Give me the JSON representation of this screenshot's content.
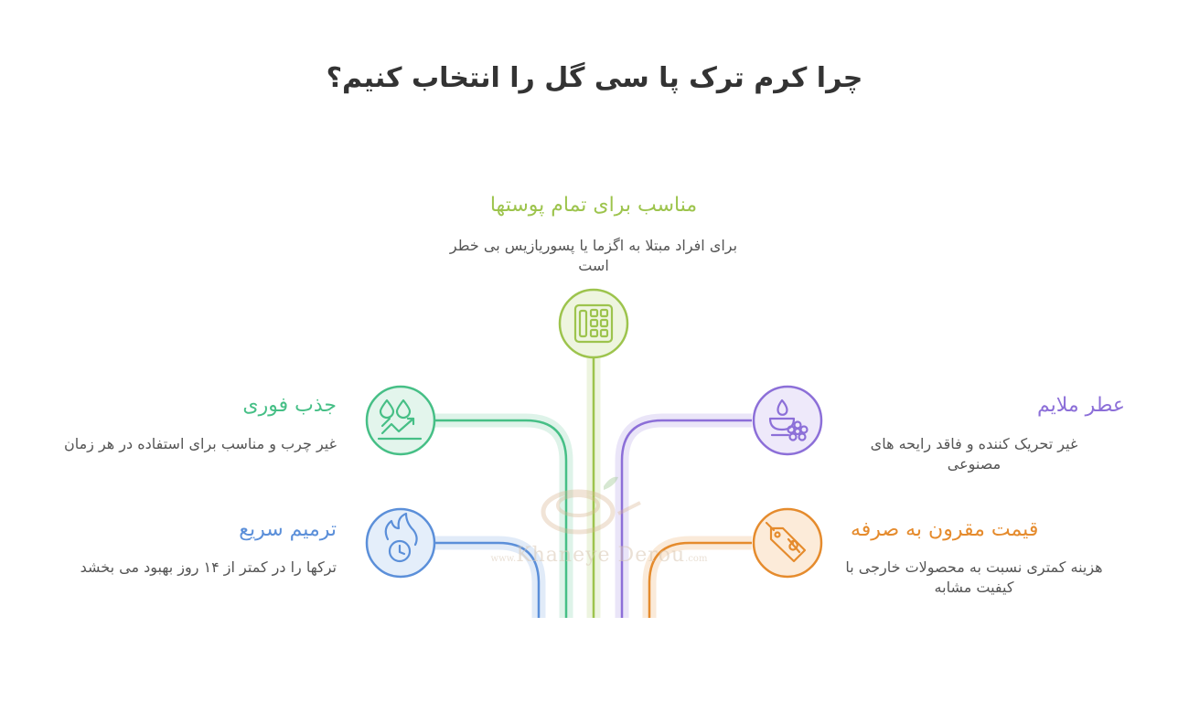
{
  "title": "چرا کرم ترک پا سی گل را انتخاب کنیم؟",
  "watermark": {
    "pre": "www.",
    "name": "Khaneye Derou",
    "post": ".com"
  },
  "items": [
    {
      "id": "all-skins",
      "heading": "مناسب برای تمام پوستها",
      "description": "برای افراد مبتلا به اگزما یا پسوریازیس بی خطر است",
      "icon": "palette-grid-icon",
      "color": "#9dc44d"
    },
    {
      "id": "fast-absorb",
      "heading": "جذب فوری",
      "description": "غیر چرب و مناسب برای استفاده در هر زمان",
      "icon": "drops-growth-icon",
      "color": "#46bf86"
    },
    {
      "id": "fast-repair",
      "heading": "ترمیم سریع",
      "description": "ترکها را در کمتر از ۱۴ روز بهبود می بخشد",
      "icon": "fire-clock-icon",
      "color": "#5b8fd9"
    },
    {
      "id": "mild-scent",
      "heading": "عطر ملایم",
      "description": "غیر تحریک کننده و فاقد رایحه های مصنوعی",
      "icon": "candle-flower-icon",
      "color": "#8c6fd8"
    },
    {
      "id": "cost-effective",
      "heading": "قیمت مقرون به صرفه",
      "description": "هزینه کمتری نسبت به محصولات خارجی با کیفیت مشابه",
      "icon": "price-tag-icon",
      "color": "#e58b2d"
    }
  ]
}
